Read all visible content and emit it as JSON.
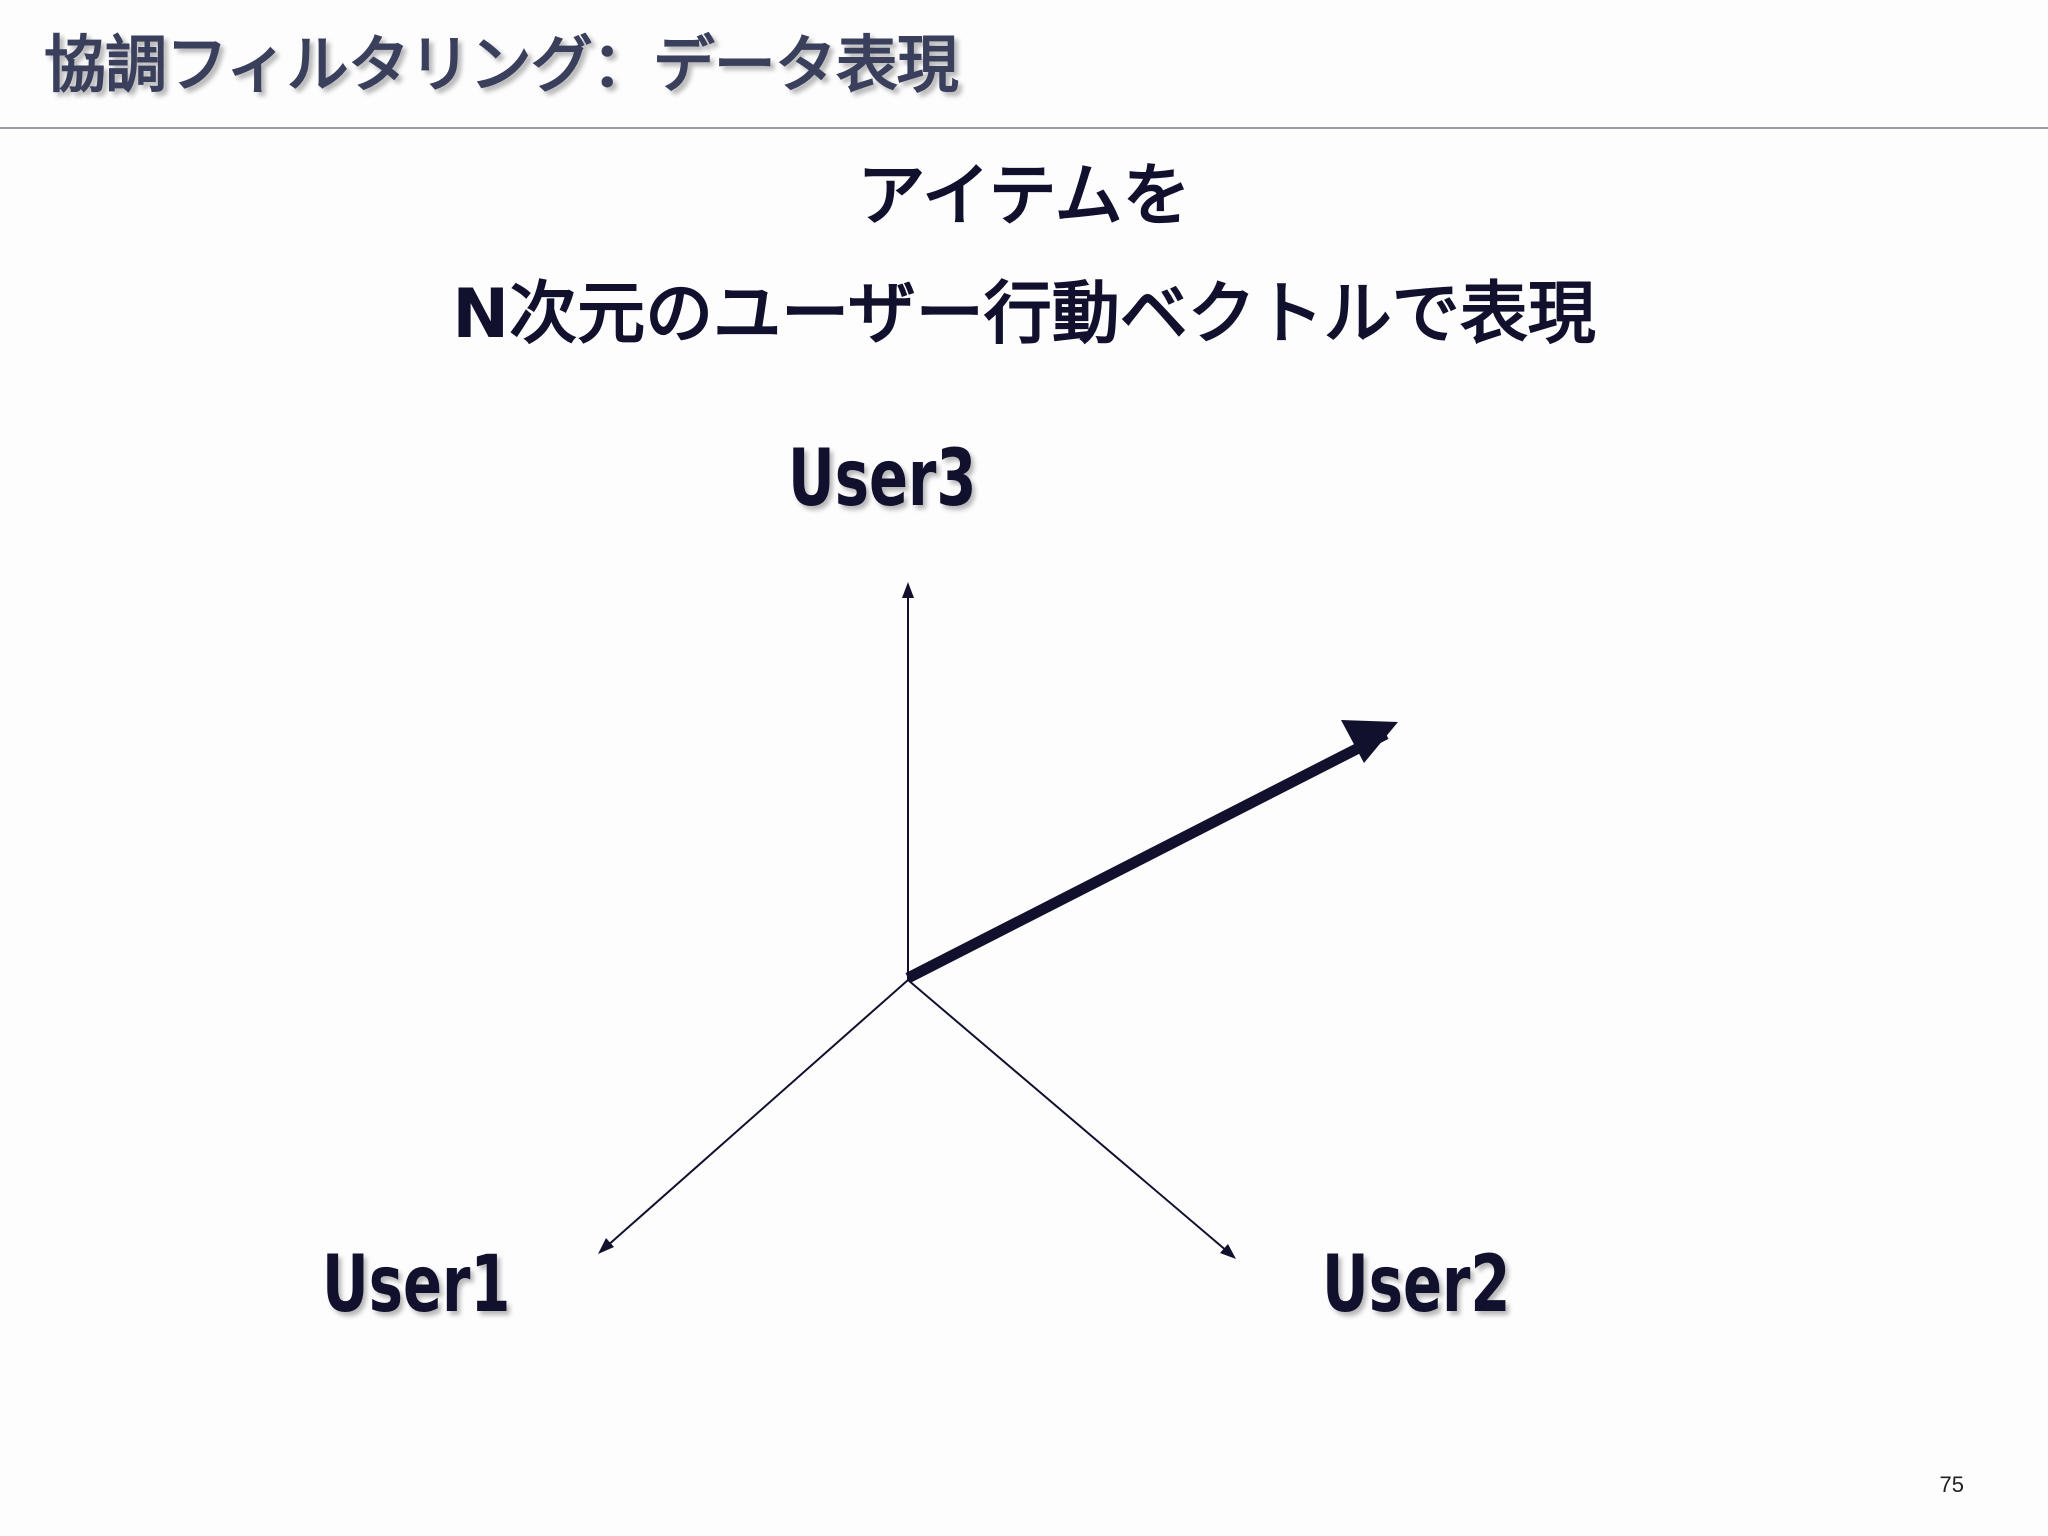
{
  "slide": {
    "title": "協調フィルタリング：データ表現",
    "heading_line1": "アイテムを",
    "heading_line2": "N次元のユーザー行動ベクトルで表現",
    "page_number": "75"
  },
  "diagram": {
    "axes": [
      {
        "label": "User3"
      },
      {
        "label": "User1"
      },
      {
        "label": "User2"
      }
    ],
    "vector_color": "#11112e"
  },
  "colors": {
    "title": "#3a3f5c",
    "text": "#11112e",
    "rule": "#9a9aa2",
    "background": "#fdfdfe"
  }
}
